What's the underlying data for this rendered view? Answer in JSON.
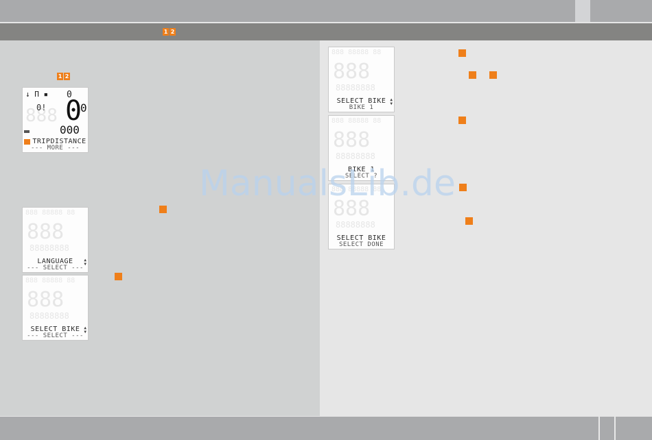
{
  "header": {
    "badge_digits": [
      "1",
      "2"
    ]
  },
  "left": {
    "badge_digits": [
      "1",
      "2"
    ],
    "trip_screen": {
      "top_digit": "0",
      "big_value": "0",
      "sub_value": "000",
      "line1": "TRIPDISTANCE",
      "line2": "--- MORE ---"
    },
    "screens": [
      {
        "line1": "LANGUAGE",
        "line2": "--- SELECT ---"
      },
      {
        "line1": "SELECT BIKE",
        "line2": "--- SELECT ---"
      }
    ]
  },
  "right": {
    "screens": [
      {
        "line1": "SELECT BIKE",
        "line2": "BIKE 1"
      },
      {
        "line1": "BIKE 1",
        "line2": "SELECT ?"
      },
      {
        "line1": "SELECT BIKE",
        "line2": "SELECT DONE"
      }
    ]
  },
  "watermark": "ManualsLib.de",
  "colors": {
    "accent": "#ef7f1a",
    "header_bar": "#848482",
    "top_bar": "#a9aaac"
  }
}
